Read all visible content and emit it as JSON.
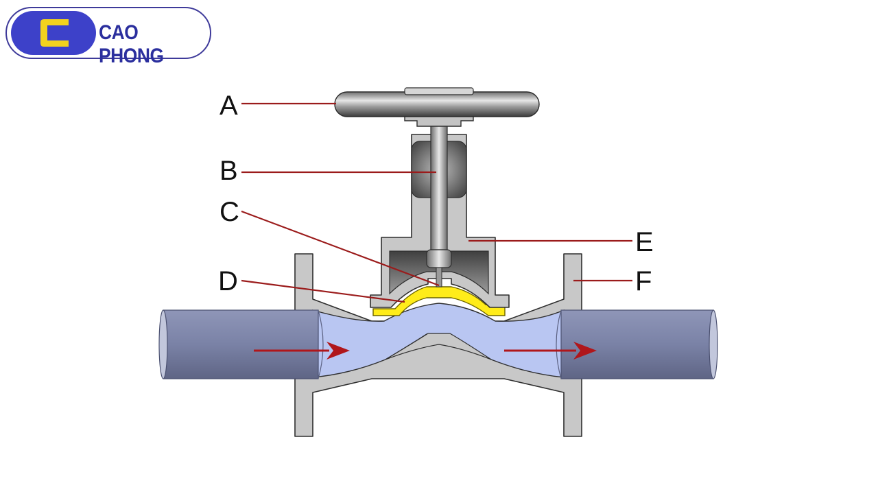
{
  "brand": {
    "name": "CAO PHONG",
    "logo_icon": "letter-c-logo-icon",
    "colors": {
      "primary": "#3d41c9",
      "accent": "#f2d21e",
      "text": "#2b2f9e"
    }
  },
  "diagram": {
    "labels": [
      {
        "id": "A",
        "text": "A"
      },
      {
        "id": "B",
        "text": "B"
      },
      {
        "id": "C",
        "text": "C"
      },
      {
        "id": "D",
        "text": "D"
      },
      {
        "id": "E",
        "text": "E"
      },
      {
        "id": "F",
        "text": "F"
      }
    ],
    "colors": {
      "leader_line": "#9b1b1b",
      "flow_arrow": "#b0161b",
      "fluid": "#b9c6f2",
      "pipe": "#7b84a8",
      "body_metal": "#c9c9c9",
      "diaphragm": "#ffec1a"
    },
    "flow_arrows": [
      "flow-arrow-inlet",
      "flow-arrow-outlet"
    ]
  }
}
